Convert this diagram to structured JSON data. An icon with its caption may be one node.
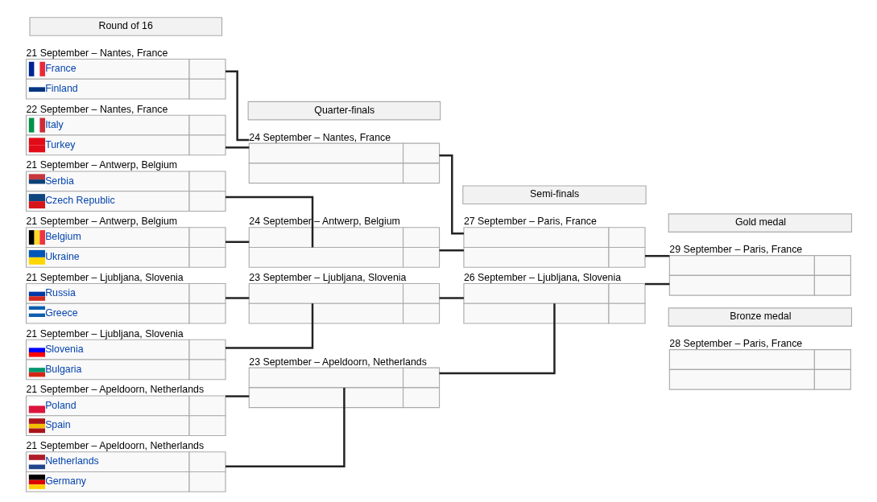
{
  "diagram": {
    "nodes": [
      {
        "text": [
          "Round of 16"
        ]
      },
      {
        "text": [
          "Quarter-finals"
        ]
      },
      {
        "text": [
          "Semi-finals"
        ]
      },
      {
        "text": [
          "Gold medal"
        ]
      },
      {
        "text": [
          "21 September – Nantes, France",
          "France",
          "Finland"
        ]
      },
      {
        "text": [
          "22 September – Nantes, France",
          "Italy",
          "Turkey"
        ]
      },
      {
        "text": [
          "21 September – Antwerp, Belgium",
          "Serbia",
          "Czech Republic"
        ]
      },
      {
        "text": [
          "21 September – Antwerp, Belgium",
          "Belgium",
          "Ukraine"
        ]
      },
      {
        "text": [
          "21 September – Ljubljana, Slovenia",
          "Russia",
          "Greece"
        ]
      },
      {
        "text": [
          "21 September – Ljubljana, Slovenia",
          "Slovenia",
          "Bulgaria"
        ]
      },
      {
        "text": [
          "21 September – Apeldoorn, Netherlands",
          "Poland",
          "Spain"
        ]
      },
      {
        "text": [
          "21 September – Apeldoorn, Netherlands",
          "Netherlands",
          "Germany"
        ]
      },
      {
        "text": [
          "24 September – Nantes, France"
        ]
      },
      {
        "text": [
          "24 September – Antwerp, Belgium"
        ]
      },
      {
        "text": [
          "23 September – Ljubljana, Slovenia"
        ]
      },
      {
        "text": [
          "23 September – Apeldoorn, Netherlands"
        ]
      },
      {
        "text": [
          "27 September – Paris, France"
        ]
      },
      {
        "text": [
          "26 September – Ljubljana, Slovenia"
        ]
      },
      {
        "text": [
          "29 September – Paris, France"
        ]
      },
      {
        "text": [
          "Bronze medal"
        ]
      },
      {
        "text": [
          "28 September – Paris, France"
        ]
      }
    ],
    "edges": [
      {
        "from": 4,
        "to": 12,
        "arrow": "none"
      },
      {
        "from": 5,
        "to": 12,
        "arrow": "none"
      },
      {
        "from": 6,
        "to": 13,
        "arrow": "none"
      },
      {
        "from": 7,
        "to": 13,
        "arrow": "none"
      },
      {
        "from": 8,
        "to": 14,
        "arrow": "none"
      },
      {
        "from": 9,
        "to": 14,
        "arrow": "none"
      },
      {
        "from": 10,
        "to": 15,
        "arrow": "none"
      },
      {
        "from": 11,
        "to": 15,
        "arrow": "none"
      },
      {
        "from": 12,
        "to": 16,
        "arrow": "none"
      },
      {
        "from": 13,
        "to": 16,
        "arrow": "none"
      },
      {
        "from": 14,
        "to": 17,
        "arrow": "none"
      },
      {
        "from": 15,
        "to": 17,
        "arrow": "none"
      },
      {
        "from": 16,
        "to": 18,
        "arrow": "none"
      },
      {
        "from": 17,
        "to": 18,
        "arrow": "none"
      }
    ]
  }
}
